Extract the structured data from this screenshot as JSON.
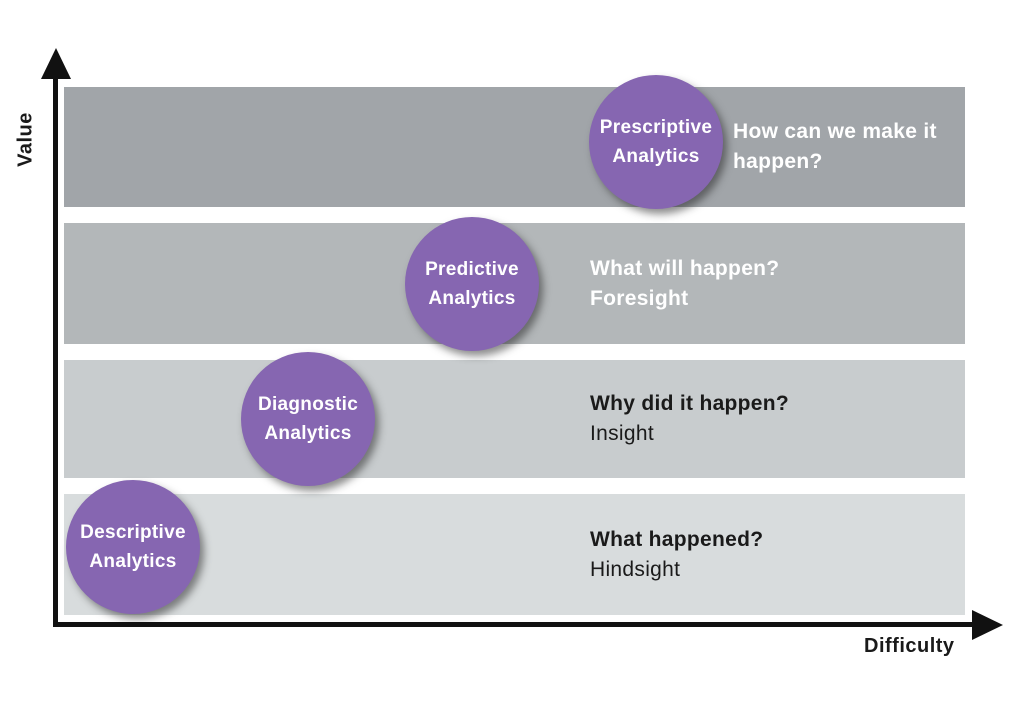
{
  "axes": {
    "y_label": "Value",
    "x_label": "Difficulty"
  },
  "colors": {
    "circle": "#8666b1",
    "axis": "#111111",
    "light_text": "#ffffff",
    "dark_text": "#1a1a1a"
  },
  "rows": [
    {
      "circle_line1": "Prescriptive",
      "circle_line2": "Analytics",
      "heading": "How can we make it happen?",
      "subheading": "",
      "band_color": "#a1a5a9",
      "heading_color": "#ffffff",
      "subheading_color": "#ffffff",
      "subheading_weight": "700"
    },
    {
      "circle_line1": "Predictive",
      "circle_line2": "Analytics",
      "heading": "What will happen?",
      "subheading": "Foresight",
      "band_color": "#b3b7b9",
      "heading_color": "#ffffff",
      "subheading_color": "#ffffff",
      "subheading_weight": "700"
    },
    {
      "circle_line1": "Diagnostic",
      "circle_line2": "Analytics",
      "heading": "Why did it happen?",
      "subheading": "Insight",
      "band_color": "#c8ccce",
      "heading_color": "#1a1a1a",
      "subheading_color": "#1a1a1a",
      "subheading_weight": "400"
    },
    {
      "circle_line1": "Descriptive",
      "circle_line2": "Analytics",
      "heading": "What happened?",
      "subheading": "Hindsight",
      "band_color": "#d8dcdd",
      "heading_color": "#1a1a1a",
      "subheading_color": "#1a1a1a",
      "subheading_weight": "400"
    }
  ]
}
